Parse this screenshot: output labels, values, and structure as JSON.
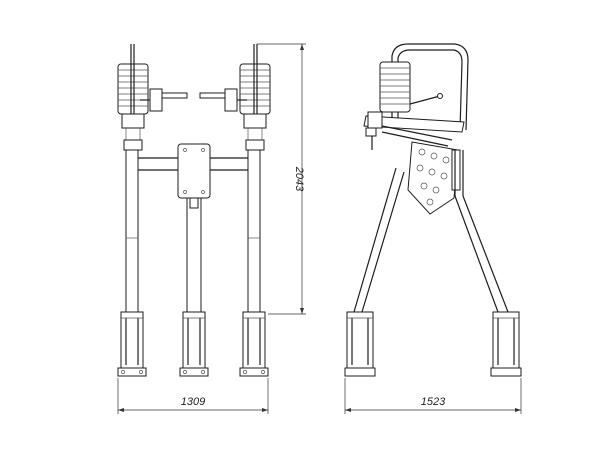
{
  "dimensions": {
    "front_width": "1309",
    "front_height": "2043",
    "side_width": "1523"
  }
}
